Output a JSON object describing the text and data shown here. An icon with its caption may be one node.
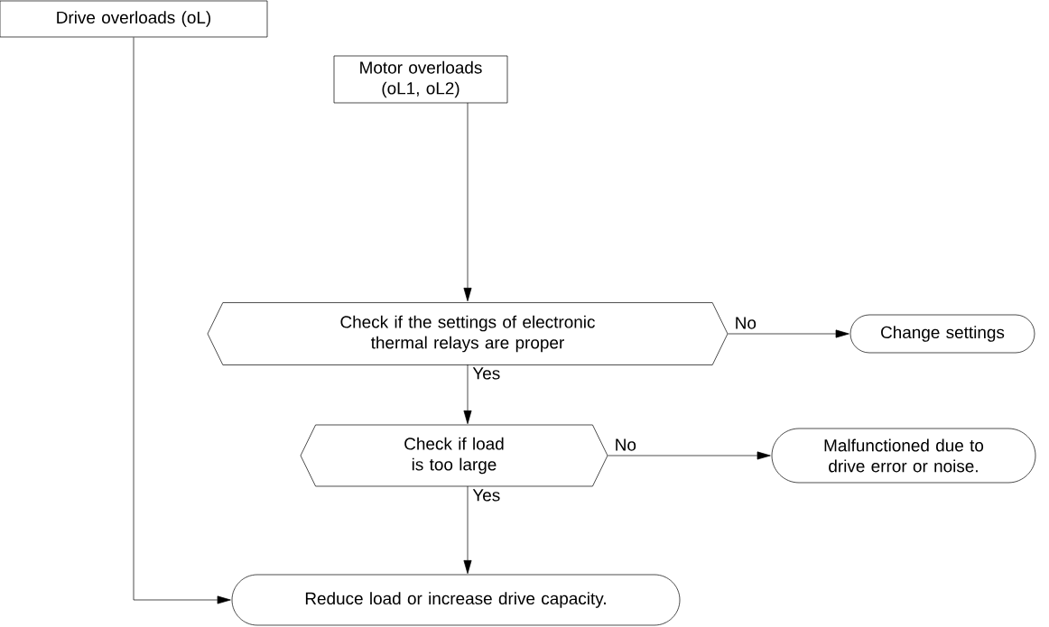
{
  "diagram": {
    "nodes": [
      {
        "text": [
          "Drive overloads (oL)"
        ]
      },
      {
        "text": [
          "Motor overloads (oL1, oL2)"
        ]
      },
      {
        "text": [
          "Check if the settings of electronic thermal relays are proper"
        ]
      },
      {
        "text": [
          "Change settings"
        ]
      },
      {
        "text": [
          "Check if load is too large"
        ]
      },
      {
        "text": [
          "Malfunctioned due to drive error or noise."
        ]
      },
      {
        "text": [
          "Reduce load or increase drive capacity."
        ]
      }
    ],
    "edges": [
      {
        "from": 0,
        "to": 6,
        "arrow": "to"
      },
      {
        "from": 1,
        "to": 2,
        "arrow": "to"
      },
      {
        "from": 2,
        "to": 3,
        "arrow": "to",
        "label": "No"
      },
      {
        "from": 2,
        "to": 4,
        "arrow": "to",
        "label": "Yes"
      },
      {
        "from": 4,
        "to": 5,
        "arrow": "to",
        "label": "No"
      },
      {
        "from": 4,
        "to": 6,
        "arrow": "to",
        "label": "Yes"
      }
    ]
  }
}
